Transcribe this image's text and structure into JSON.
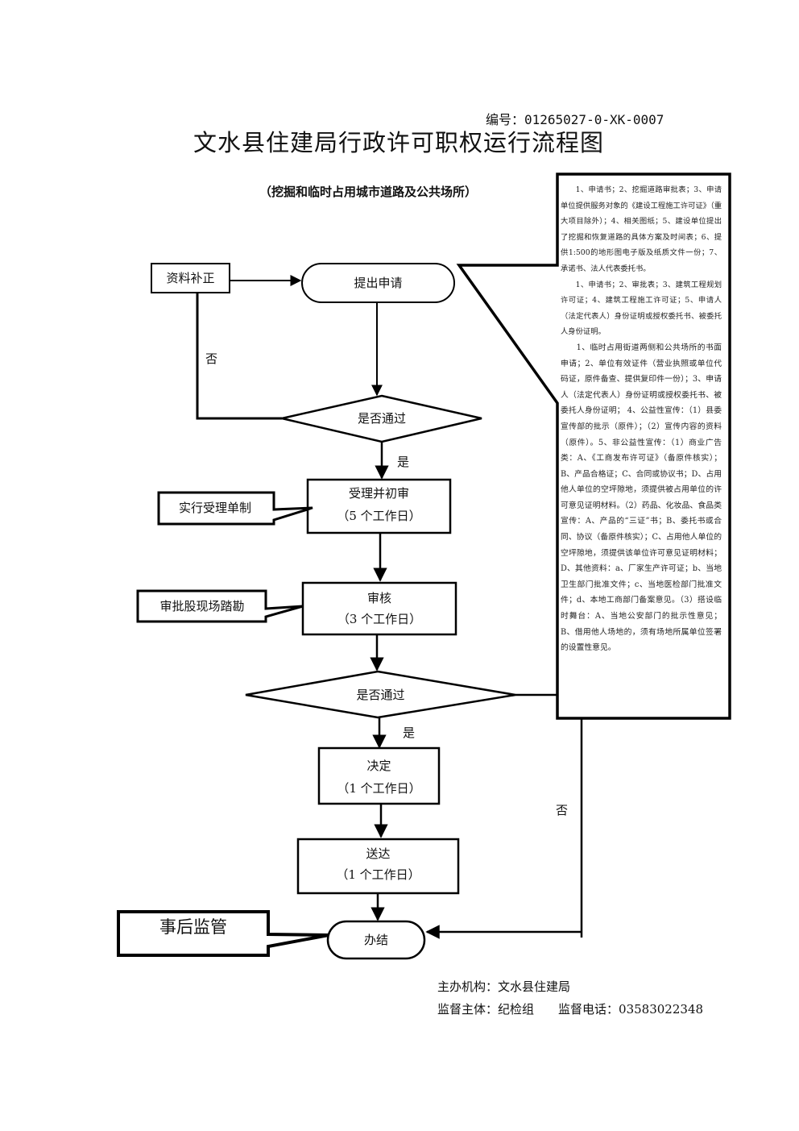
{
  "header": {
    "doc_number": "编号：01265027-0-XK-0007",
    "title": "文水县住建局行政许可职权运行流程图",
    "subtitle": "（挖掘和临时占用城市道路及公共场所）"
  },
  "flow": {
    "supplement": "资料补正",
    "submit": "提出申请",
    "decision1": "是否通过",
    "no1": "否",
    "yes1": "是",
    "accept": {
      "title": "受理并初审",
      "days": "（5 个工作日）"
    },
    "accept_note": "实行受理单制",
    "review": {
      "title": "审核",
      "days": "（3 个工作日）"
    },
    "review_note": "审批股现场踏勘",
    "decision2": "是否通过",
    "yes2": "是",
    "no2": "否",
    "decide": {
      "title": "决定",
      "days": "（1 个工作日）"
    },
    "deliver": {
      "title": "送达",
      "days": "（1 个工作日）"
    },
    "finish": "办结",
    "finish_note": "事后监管"
  },
  "requirements": {
    "paragraphs": [
      "1、申请书；2、挖掘道路审批表；3、申请单位提供服务对象的《建设工程施工许可证》（重大项目除外）；4、相关图纸；5、建设单位提出了挖掘和恢复道路的具体方案及时间表；6、提供1:500的地形图电子版及纸质文件一份；7、承诺书、法人代表委托书。",
      "1、申请书；2、审批表；3、建筑工程规划许可证；4、建筑工程施工许可证；5、申请人（法定代表人）身份证明或授权委托书、被委托人身份证明。",
      "1、临时占用街道两侧和公共场所的书面申请；2、单位有效证件（营业执照或单位代码证，原件备查、提供复印件一份）；3、申请人（法定代表人）身份证明或授权委托书、被委托人身份证明； 4、公益性宣传：（1）县委宣传部的批示（原件）；（2）宣传内容的资料（原件）。5、非公益性宣传：（1）商业广告类：A、《工商发布许可证》（备原件核实）；B、产品合格证；C、合同或协议书；D、占用他人单位的空坪隙地，须提供被占用单位的许可意见证明材料。（2）药品、化妆品、食品类宣传：A、产品的“三证”书；B、委托书或合同、协议（备原件核实）；C、占用他人单位的空坪隙地，须提供该单位许可意见证明材料；D、其他资料：a、厂家生产许可证；b、当地卫生部门批准文件；c、当地医检部门批准文件；d、本地工商部门备案意见。（3）搭设临时舞台：A、当地公安部门的批示性意见；B、借用他人场地的，须有场地所属单位签署的设置性意见。"
    ]
  },
  "footer": {
    "organizer_label": "主办机构：",
    "organizer": "文水县住建局",
    "supervisor_label": "监督主体：",
    "supervisor": "纪检组",
    "phone_label": "监督电话：",
    "phone": "03583022348"
  }
}
